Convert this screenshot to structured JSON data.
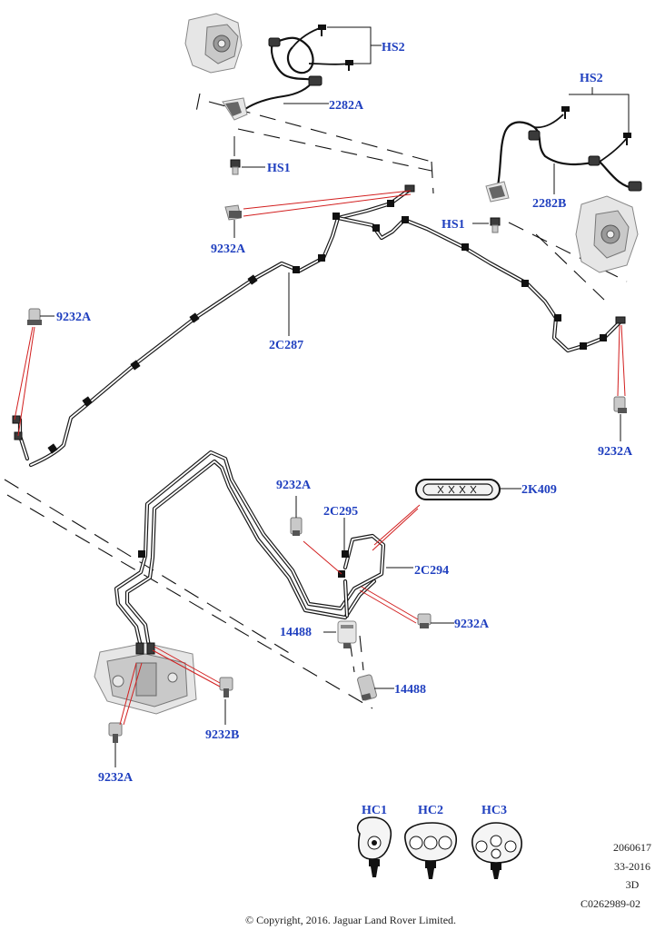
{
  "diagram": {
    "callouts": {
      "hs2_top": "HS2",
      "hs2_right": "HS2",
      "hs1_left": "HS1",
      "hs1_right": "HS1",
      "p2282a": "2282A",
      "p2282b": "2282B",
      "p9232a_1": "9232A",
      "p9232a_2": "9232A",
      "p9232a_3": "9232A",
      "p9232a_4": "9232A",
      "p9232a_5": "9232A",
      "p9232a_6": "9232A",
      "p9232b": "9232B",
      "p2c287": "2C287",
      "p2c295": "2C295",
      "p2c294": "2C294",
      "p2k409": "2K409",
      "p14488_1": "14488",
      "p14488_2": "14488",
      "hc1": "HC1",
      "hc2": "HC2",
      "hc3": "HC3"
    },
    "meta": {
      "code": "2060617",
      "date": "33-2016",
      "view": "3D",
      "ref": "C0262989-02"
    },
    "copyright": "© Copyright, 2016. Jaguar Land Rover Limited."
  },
  "colors": {
    "callout_blue": "#1f3fbf",
    "leader_red": "#d21f1f",
    "pipe_black": "#1a1a1a"
  }
}
